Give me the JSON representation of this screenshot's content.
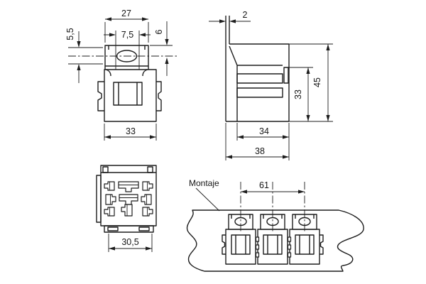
{
  "page": {
    "background": "#ffffff",
    "line_color": "#1d1d1d"
  },
  "views": {
    "front": {
      "dims": {
        "tab_width": "27",
        "hole_width": "7,5",
        "center_offset_left": "5,5",
        "center_offset_top": "6",
        "body_width": "33"
      }
    },
    "side": {
      "dims": {
        "tab_thickness": "2",
        "total_height": "45",
        "body_height": "33",
        "body_depth": "34",
        "total_depth": "38"
      }
    },
    "bottom": {
      "dims": {
        "body_width": "30,5"
      }
    },
    "mounting": {
      "label": "Montaje",
      "dims": {
        "pitch": "61"
      }
    }
  }
}
